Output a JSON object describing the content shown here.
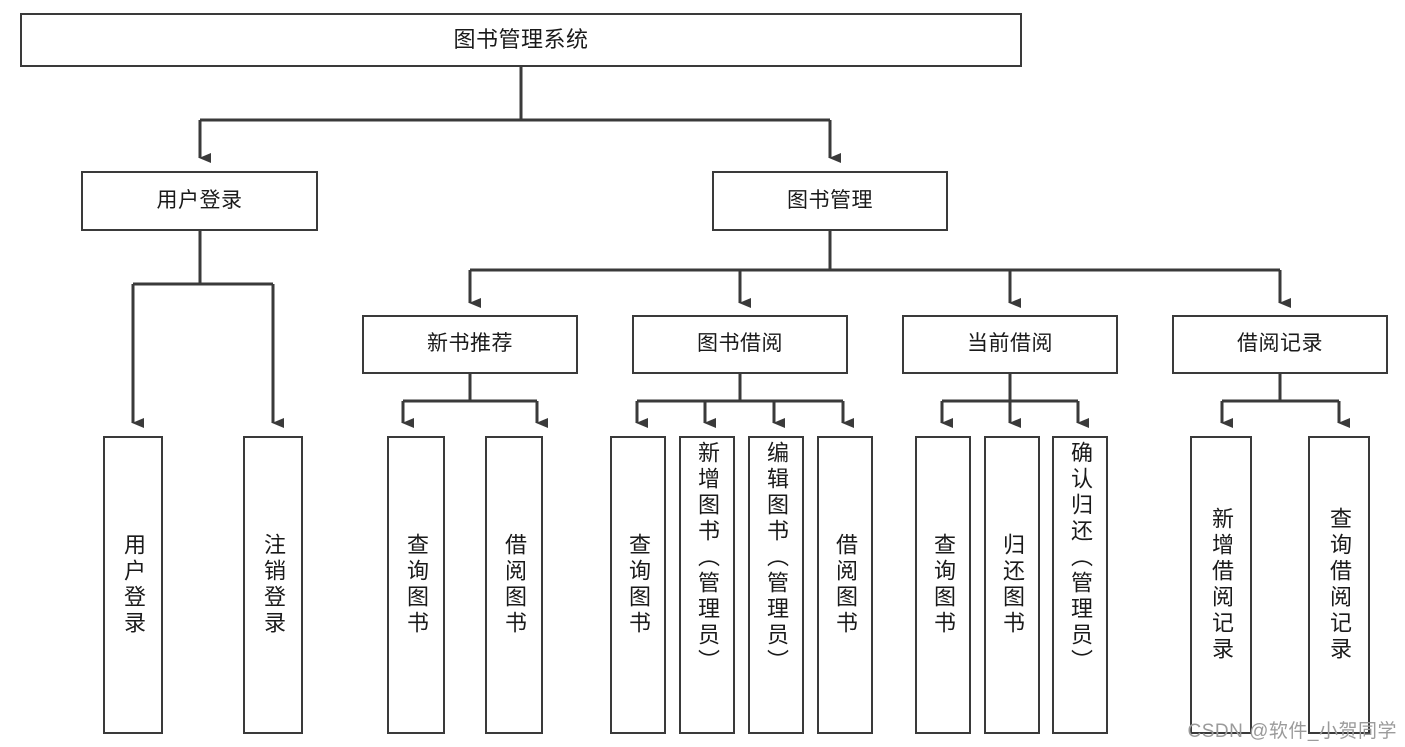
{
  "diagram": {
    "type": "tree-hierarchy-chart",
    "title": "图书管理系统",
    "orientation": "top-down",
    "colors": {
      "box_border": "#3a3a3a",
      "box_fill": "#ffffff",
      "connector": "#3a3a3a",
      "text": "#1a1a1a",
      "watermark": "#9b9b9b"
    },
    "root": {
      "id": "root",
      "label": "图书管理系统"
    },
    "level2": [
      {
        "id": "login",
        "label": "用户登录"
      },
      {
        "id": "bookmgr",
        "label": "图书管理"
      }
    ],
    "level3": [
      {
        "id": "newbook",
        "label": "新书推荐",
        "parent": "bookmgr"
      },
      {
        "id": "borrow",
        "label": "图书借阅",
        "parent": "bookmgr"
      },
      {
        "id": "current",
        "label": "当前借阅",
        "parent": "bookmgr"
      },
      {
        "id": "records",
        "label": "借阅记录",
        "parent": "bookmgr"
      }
    ],
    "leaves": [
      {
        "id": "leaf-login-1",
        "label": "用户登录",
        "parent": "login"
      },
      {
        "id": "leaf-login-2",
        "label": "注销登录",
        "parent": "login"
      },
      {
        "id": "leaf-new-1",
        "label": "查询图书",
        "parent": "newbook"
      },
      {
        "id": "leaf-new-2",
        "label": "借阅图书",
        "parent": "newbook"
      },
      {
        "id": "leaf-borrow-1",
        "label": "查询图书",
        "parent": "borrow"
      },
      {
        "id": "leaf-borrow-2",
        "label": "新增图书（管理员）",
        "parent": "borrow"
      },
      {
        "id": "leaf-borrow-3",
        "label": "编辑图书（管理员）",
        "parent": "borrow"
      },
      {
        "id": "leaf-borrow-4",
        "label": "借阅图书",
        "parent": "borrow"
      },
      {
        "id": "leaf-cur-1",
        "label": "查询图书",
        "parent": "current"
      },
      {
        "id": "leaf-cur-2",
        "label": "归还图书",
        "parent": "current"
      },
      {
        "id": "leaf-cur-3",
        "label": "确认归还（管理员）",
        "parent": "current"
      },
      {
        "id": "leaf-rec-1",
        "label": "新增借阅记录",
        "parent": "records"
      },
      {
        "id": "leaf-rec-2",
        "label": "查询借阅记录",
        "parent": "records"
      }
    ]
  },
  "watermark": {
    "text": "CSDN @软件_小贺同学"
  }
}
